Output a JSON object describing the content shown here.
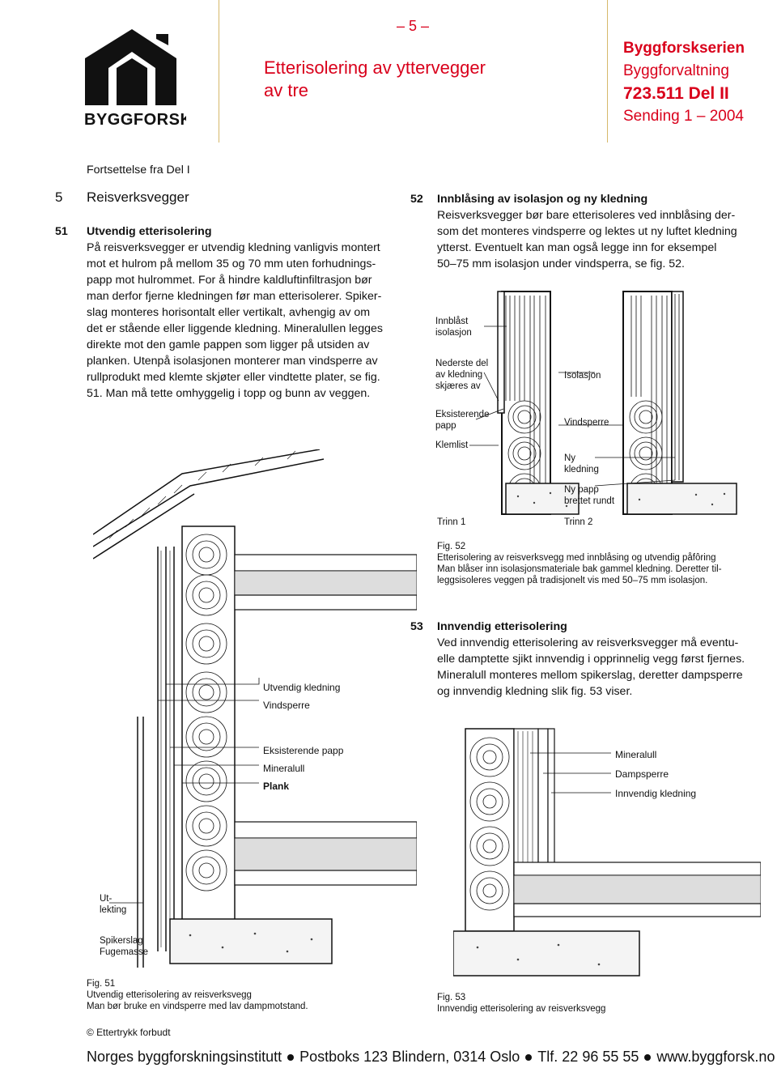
{
  "header": {
    "page_number": "– 5 –",
    "title_line1": "Etterisolering av yttervegger",
    "title_line2": "av tre",
    "series": "Byggforskserien",
    "subseries": "Byggforvaltning",
    "code": "723.511 Del II",
    "issue": "Sending 1 – 2004",
    "logo_text": "BYGGFORSK"
  },
  "intro": "Fortsettelse fra Del I",
  "section5": {
    "num": "5",
    "title": "Reisverksvegger"
  },
  "section51": {
    "num": "51",
    "title": "Utvendig etterisolering",
    "lines": [
      "På reisverksvegger er utvendig kledning vanligvis montert",
      "mot et hulrom på mellom 35 og 70 mm uten forhudnings-",
      "papp mot hulrommet. For å hindre kaldluftinfiltrasjon bør",
      "man derfor fjerne kledningen før man etterisolerer. Spiker-",
      "slag monteres horisontalt eller vertikalt, avhengig av om",
      "det er stående eller liggende kledning. Mineralullen legges",
      "direkte mot den gamle pappen som ligger på utsiden av",
      "planken. Utenpå isolasjonen monterer man vindsperre av",
      "rullprodukt med klemte skjøter eller vindtette plater, se fig.",
      "51. Man må tette omhyggelig i topp og bunn av veggen."
    ]
  },
  "section52": {
    "num": "52",
    "title": "Innblåsing av isolasjon og ny kledning",
    "lines": [
      "Reisverksvegger bør bare etterisoleres ved innblåsing der-",
      "som det monteres vindsperre og lektes ut ny luftet kledning",
      "ytterst. Eventuelt kan man også legge inn for eksempel",
      "50–75 mm isolasjon under vindsperra, se fig. 52."
    ]
  },
  "section53": {
    "num": "53",
    "title": "Innvendig etterisolering",
    "lines": [
      "Ved innvendig etterisolering av reisverksvegger må eventu-",
      "elle damptette sjikt innvendig i opprinnelig vegg først fjernes.",
      "Mineralull monteres mellom spikerslag, deretter dampsperre",
      "og innvendig kledning slik fig. 53 viser."
    ]
  },
  "fig52": {
    "labels": {
      "blown": [
        "Innblåst",
        "isolasjon"
      ],
      "lowest": [
        "Nederste del",
        "av kledning",
        "skjæres av"
      ],
      "insulation": "Isolasjon",
      "existing": [
        "Eksisterende",
        "papp"
      ],
      "windbarrier": "Vindsperre",
      "klemlist": "Klemlist",
      "newcladding": [
        "Ny",
        "kledning"
      ],
      "newpaper": [
        "Ny papp",
        "brettet rundt"
      ],
      "step1": "Trinn 1",
      "step2": "Trinn 2"
    },
    "caption": [
      "Fig. 52",
      "Etterisolering av reisverksvegg med innblåsing og utvendig påfôring",
      "Man blåser inn isolasjonsmateriale bak gammel kledning. Deretter til-",
      "leggsisoleres veggen på tradisjonelt vis med 50–75 mm isolasjon."
    ]
  },
  "fig51": {
    "labels": {
      "outer": "Utvendig kledning",
      "wind": "Vindsperre",
      "papp": "Eksisterende papp",
      "mineral": "Mineralull",
      "plank": "Plank",
      "utlekting": [
        "Ut-",
        "lekting"
      ],
      "spikerslag": [
        "Spikerslag",
        "Fugemasse"
      ]
    },
    "caption": [
      "Fig. 51",
      "Utvendig etterisolering av reisverksvegg",
      "Man bør bruke en vindsperre med lav dampmotstand."
    ]
  },
  "fig53": {
    "labels": {
      "mineral": "Mineralull",
      "damp": "Dampsperre",
      "inner": "Innvendig kledning"
    },
    "caption": [
      "Fig. 53",
      "Innvendig etterisolering av reisverksvegg"
    ]
  },
  "copyright": "© Ettertrykk forbudt",
  "footer": {
    "org": "Norges byggforskningsinstitutt",
    "address": "Postboks 123 Blindern, 0314 Oslo",
    "phone": "Tlf. 22 96 55 55",
    "web": "www.byggforsk.no"
  }
}
